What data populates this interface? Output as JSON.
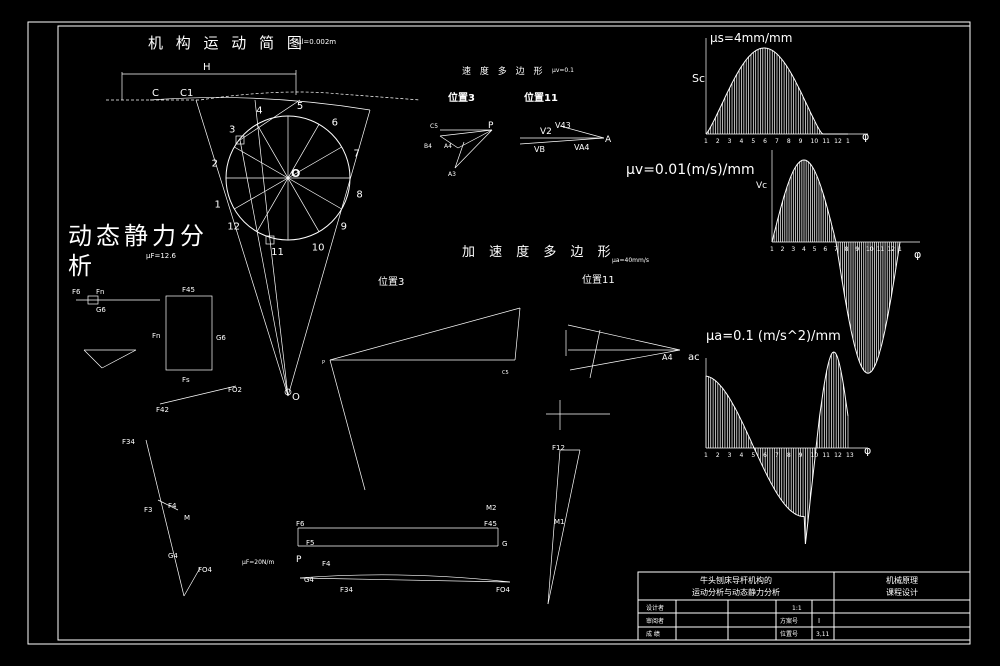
{
  "title_block": {
    "project_title_line1": "牛头刨床导杆机构的",
    "project_title_line2": "运动分析与动态静力分析",
    "course_line1": "机械原理",
    "course_line2": "课程设计",
    "row_labels": [
      "设计者",
      "审阅者",
      "成 绩"
    ],
    "scheme_label": "方案号",
    "scheme_value": "I",
    "position_label": "位置号",
    "position_value": "3,11",
    "unit_label": "1:1"
  },
  "mechanism": {
    "title": "机 构 运 动 简 图",
    "scale": "μl=0.002m",
    "stroke_label": "H",
    "slider_labels": [
      "C",
      "C1"
    ],
    "center_label": "O",
    "pivot_label": "O",
    "crank_positions": [
      "1",
      "2",
      "3",
      "4",
      "5",
      "6",
      "7",
      "8",
      "9",
      "10",
      "11",
      "12"
    ]
  },
  "velocity_polygon": {
    "title": "速 度 多 边 形",
    "scale": "μv=0.1",
    "pos3_label": "位置3",
    "pos11_label": "位置11",
    "pos3_points": [
      "C5",
      "P",
      "B4",
      "A4",
      "A3"
    ],
    "pos11_points": [
      "V2",
      "V43",
      "A",
      "VB",
      "VA4"
    ]
  },
  "acceleration_polygon": {
    "title": "加 速 度 多 边 形",
    "scale": "μa=40mm/s",
    "pos3_label": "位置3",
    "pos11_label": "位置11",
    "point_labels": [
      "P",
      "C5",
      "A4"
    ]
  },
  "dynamic_analysis": {
    "title_line1": "动态静力分",
    "title_line2": "析",
    "scale": "μF=12.6",
    "force_labels": [
      "F6",
      "Fn",
      "G6",
      "F45",
      "Fn",
      "G6",
      "Fs",
      "FO2",
      "F42",
      "F34",
      "F4",
      "F3",
      "M",
      "G4",
      "FO4",
      "F6",
      "F5",
      "F45",
      "G",
      "P",
      "F4",
      "G4",
      "F34",
      "FO4",
      "M2",
      "M1",
      "F12"
    ],
    "scale2": "μF=20N/m"
  },
  "charts": {
    "displacement": {
      "scale": "μs=4mm/mm",
      "ylabel": "Sc",
      "xlabel": "φ",
      "ticks": [
        "1",
        "2",
        "3",
        "4",
        "5",
        "6",
        "7",
        "8",
        "9",
        "10",
        "11",
        "12",
        "1"
      ]
    },
    "velocity": {
      "scale": "μv=0.01(m/s)/mm",
      "ylabel": "Vc",
      "xlabel": "φ",
      "ticks": [
        "1",
        "2",
        "3",
        "4",
        "5",
        "6",
        "7",
        "8",
        "9",
        "10",
        "11",
        "12",
        "1"
      ]
    },
    "acceleration": {
      "scale": "μa=0.1 (m/s^2)/mm",
      "ylabel": "ac",
      "xlabel": "φ",
      "ticks": [
        "1",
        "2",
        "3",
        "4",
        "5",
        "6",
        "7",
        "8",
        "9",
        "10",
        "11",
        "12",
        "13"
      ]
    }
  }
}
